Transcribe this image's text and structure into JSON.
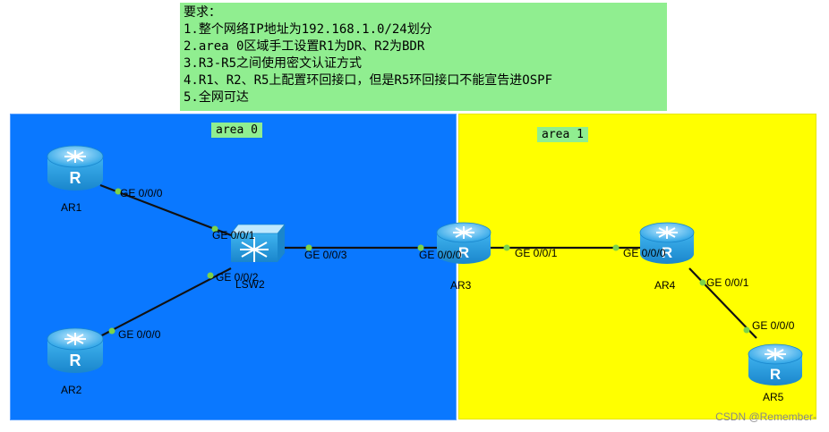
{
  "requirements": [
    "要求：",
    "1.整个网络IP地址为192.168.1.0/24划分",
    "2.area 0区域手工设置R1为DR、R2为BDR",
    "3.R3-R5之间使用密文认证方式",
    "4.R1、R2、R5上配置环回接口，但是R5环回接口不能宣告进OSPF",
    "5.全网可达"
  ],
  "areas": {
    "area0_label": "area 0",
    "area1_label": "area 1",
    "area0_color": "#0a78ff",
    "area1_color": "#ffff00"
  },
  "devices": {
    "ar1": {
      "name": "AR1",
      "icon": "router-icon"
    },
    "ar2": {
      "name": "AR2",
      "icon": "router-icon"
    },
    "lsw2": {
      "name": "LSW2",
      "icon": "switch-icon"
    },
    "ar3": {
      "name": "AR3",
      "icon": "router-icon"
    },
    "ar4": {
      "name": "AR4",
      "icon": "router-icon"
    },
    "ar5": {
      "name": "AR5",
      "icon": "router-icon"
    }
  },
  "ports": {
    "ar1_ge000": "GE 0/0/0",
    "lsw2_ge001": "GE 0/0/1",
    "lsw2_ge002": "GE 0/0/2",
    "ar2_ge000": "GE 0/0/0",
    "lsw2_ge003": "GE 0/0/3",
    "ar3_ge000": "GE 0/0/0",
    "ar3_ge001": "GE 0/0/1",
    "ar4_ge000": "GE 0/0/0",
    "ar4_ge001": "GE 0/0/1",
    "ar5_ge000": "GE 0/0/0"
  },
  "watermark": "CSDN @Remember-"
}
